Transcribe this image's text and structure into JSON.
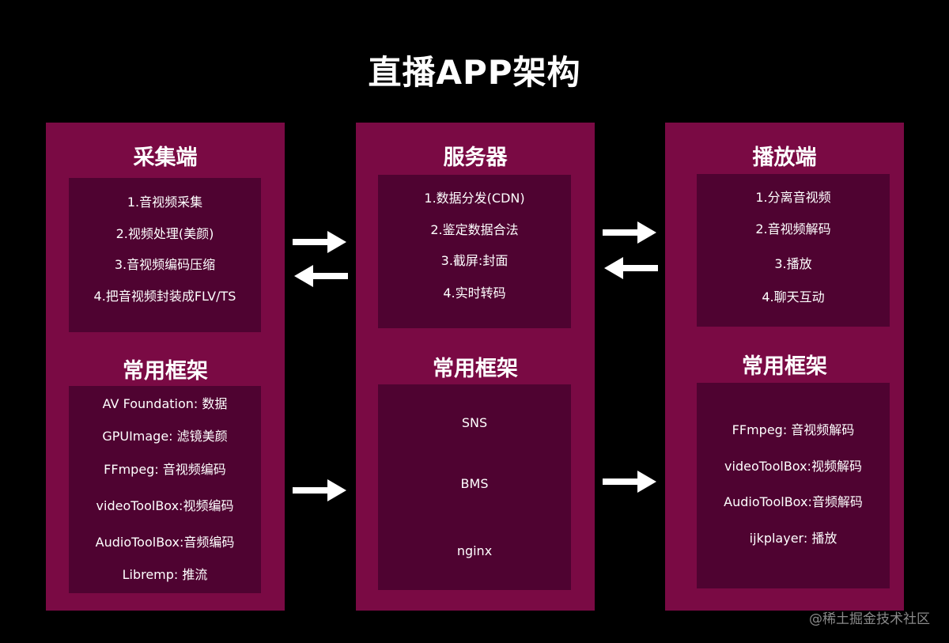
{
  "title": "直播APP架构",
  "watermark": "@稀土掘金技术社区",
  "columns": {
    "capture": {
      "title": "采集端",
      "items": [
        "1.音视频采集",
        "2.视频处理(美颜)",
        "3.音视频编码压缩",
        "4.把音视频封装成FLV/TS"
      ],
      "framework_title": "常用框架",
      "frameworks": [
        "AV Foundation: 数据",
        "GPUImage: 滤镜美颜",
        "FFmpeg: 音视频编码",
        "videoToolBox:视频编码",
        "AudioToolBox:音频编码",
        "Libremp: 推流"
      ]
    },
    "server": {
      "title": "服务器",
      "items": [
        "1.数据分发(CDN)",
        "2.鉴定数据合法",
        "3.截屏:封面",
        "4.实时转码"
      ],
      "framework_title": "常用框架",
      "frameworks": [
        "SNS",
        "BMS",
        "nginx"
      ]
    },
    "player": {
      "title": "播放端",
      "items": [
        "1.分离音视频",
        "2.音视频解码",
        "3.播放",
        "4.聊天互动"
      ],
      "framework_title": "常用框架",
      "frameworks": [
        "FFmpeg: 音视频解码",
        "videoToolBox:视频解码",
        "AudioToolBox:音频解码",
        "ijkplayer: 播放"
      ]
    }
  },
  "colors": {
    "background": "#000000",
    "column": "#7a0a44",
    "inner_box": "#4f0331",
    "text": "#ffffff",
    "arrow": "#ffffff"
  },
  "icons": {
    "arrow_right": "arrow-right-icon",
    "arrow_left": "arrow-left-icon"
  }
}
